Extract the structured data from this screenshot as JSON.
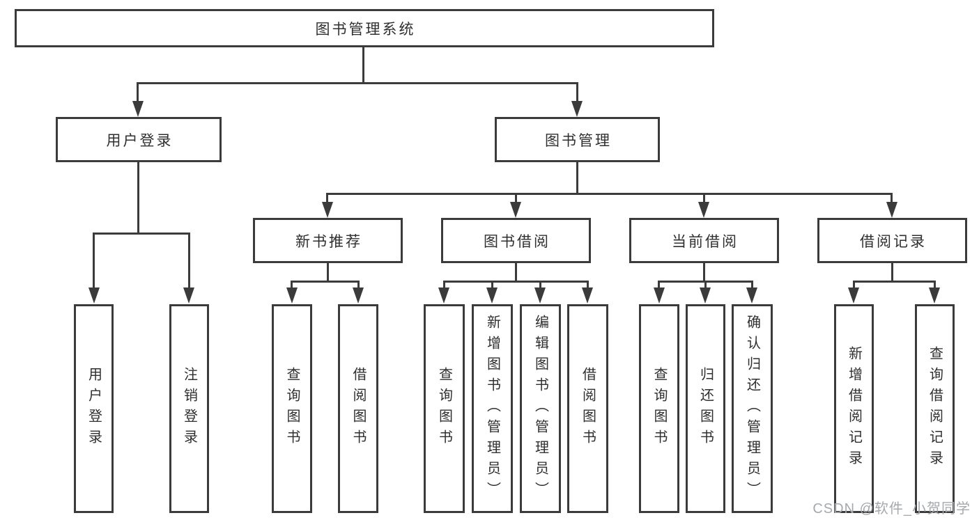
{
  "diagram": {
    "root": {
      "label": "图书管理系统"
    },
    "level2": [
      {
        "label": "用户登录"
      },
      {
        "label": "图书管理"
      }
    ],
    "level3": [
      {
        "label": "新书推荐"
      },
      {
        "label": "图书借阅"
      },
      {
        "label": "当前借阅"
      },
      {
        "label": "借阅记录"
      }
    ],
    "leaves": [
      {
        "label": "用户登录"
      },
      {
        "label": "注销登录"
      },
      {
        "label": "查询图书"
      },
      {
        "label": "借阅图书"
      },
      {
        "label": "查询图书"
      },
      {
        "label": "新增图书（管理员）"
      },
      {
        "label": "编辑图书（管理员）"
      },
      {
        "label": "借阅图书"
      },
      {
        "label": "查询图书"
      },
      {
        "label": "归还图书"
      },
      {
        "label": "确认归还（管理员）"
      },
      {
        "label": "新增借阅记录"
      },
      {
        "label": "查询借阅记录"
      }
    ]
  },
  "watermark": {
    "text": "CSDN @软件_小贺同学"
  },
  "colors": {
    "line": "#3b3b3b",
    "text": "#2f2f2f",
    "watermark": "#a5a9ae",
    "background": "#ffffff"
  }
}
